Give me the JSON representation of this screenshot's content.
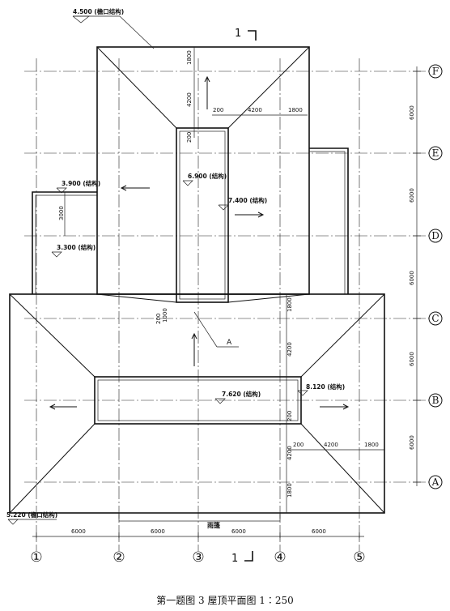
{
  "axes": {
    "columns": [
      "①",
      "②",
      "③",
      "④",
      "⑤"
    ],
    "rows": [
      "F",
      "E",
      "D",
      "C",
      "B",
      "A"
    ]
  },
  "dimensions": {
    "bottom": [
      "6000",
      "6000",
      "6000",
      "6000"
    ],
    "right": [
      "6000",
      "6000",
      "6000",
      "6000",
      "6000"
    ],
    "upper_roof": {
      "ridge_top": "1800",
      "hip_drop": "4200",
      "offset": "200",
      "half_width": "4200",
      "overhang": "1800",
      "gutter": "200"
    },
    "lower_roof": {
      "top_overhang": "1800",
      "hip_drop": "4200",
      "gutter": "200",
      "offset": "200",
      "half_width": "4200",
      "overhang": "1800",
      "hip_drop_b": "4200",
      "bottom_overhang": "1800"
    },
    "left_wall": "3000",
    "notch": [
      "1000",
      "200"
    ]
  },
  "levels": {
    "eave_upper": "4.500 (檐口结构)",
    "structure_390": "3.900 (结构)",
    "structure_330": "3.300 (结构)",
    "structure_690": "6.900 (结构)",
    "structure_740": "7.400 (结构)",
    "structure_762": "7.620 (结构)",
    "structure_812": "8.120 (结构)",
    "eave_lower": "5.220 (檐口结构)"
  },
  "labels": {
    "section_mark": "1",
    "detail_ref": "A",
    "canopy": "雨篷"
  },
  "caption": "第一题图 3   屋顶平面图 1∶250"
}
